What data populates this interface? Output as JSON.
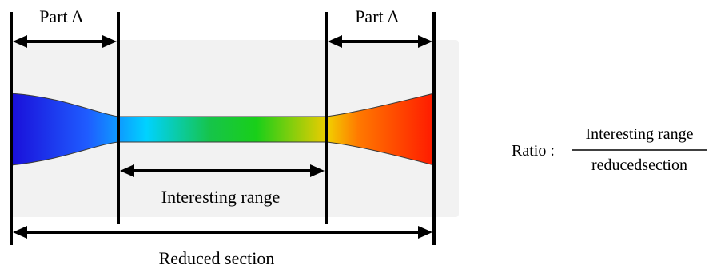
{
  "labels": {
    "part_a_left": "Part A",
    "part_a_right": "Part A",
    "interesting_range": "Interesting range",
    "reduced_section": "Reduced section"
  },
  "ratio": {
    "prefix": "Ratio :",
    "numerator": "Interesting range",
    "denominator": "reducedsection"
  },
  "colors": {
    "line": "#000000",
    "background_panel": "#f2f2f2",
    "gradient": [
      "#1a0fd9",
      "#1f5cff",
      "#00d2ff",
      "#16c44a",
      "#19cf19",
      "#f2cc00",
      "#ff7a00",
      "#ff1a00"
    ]
  }
}
